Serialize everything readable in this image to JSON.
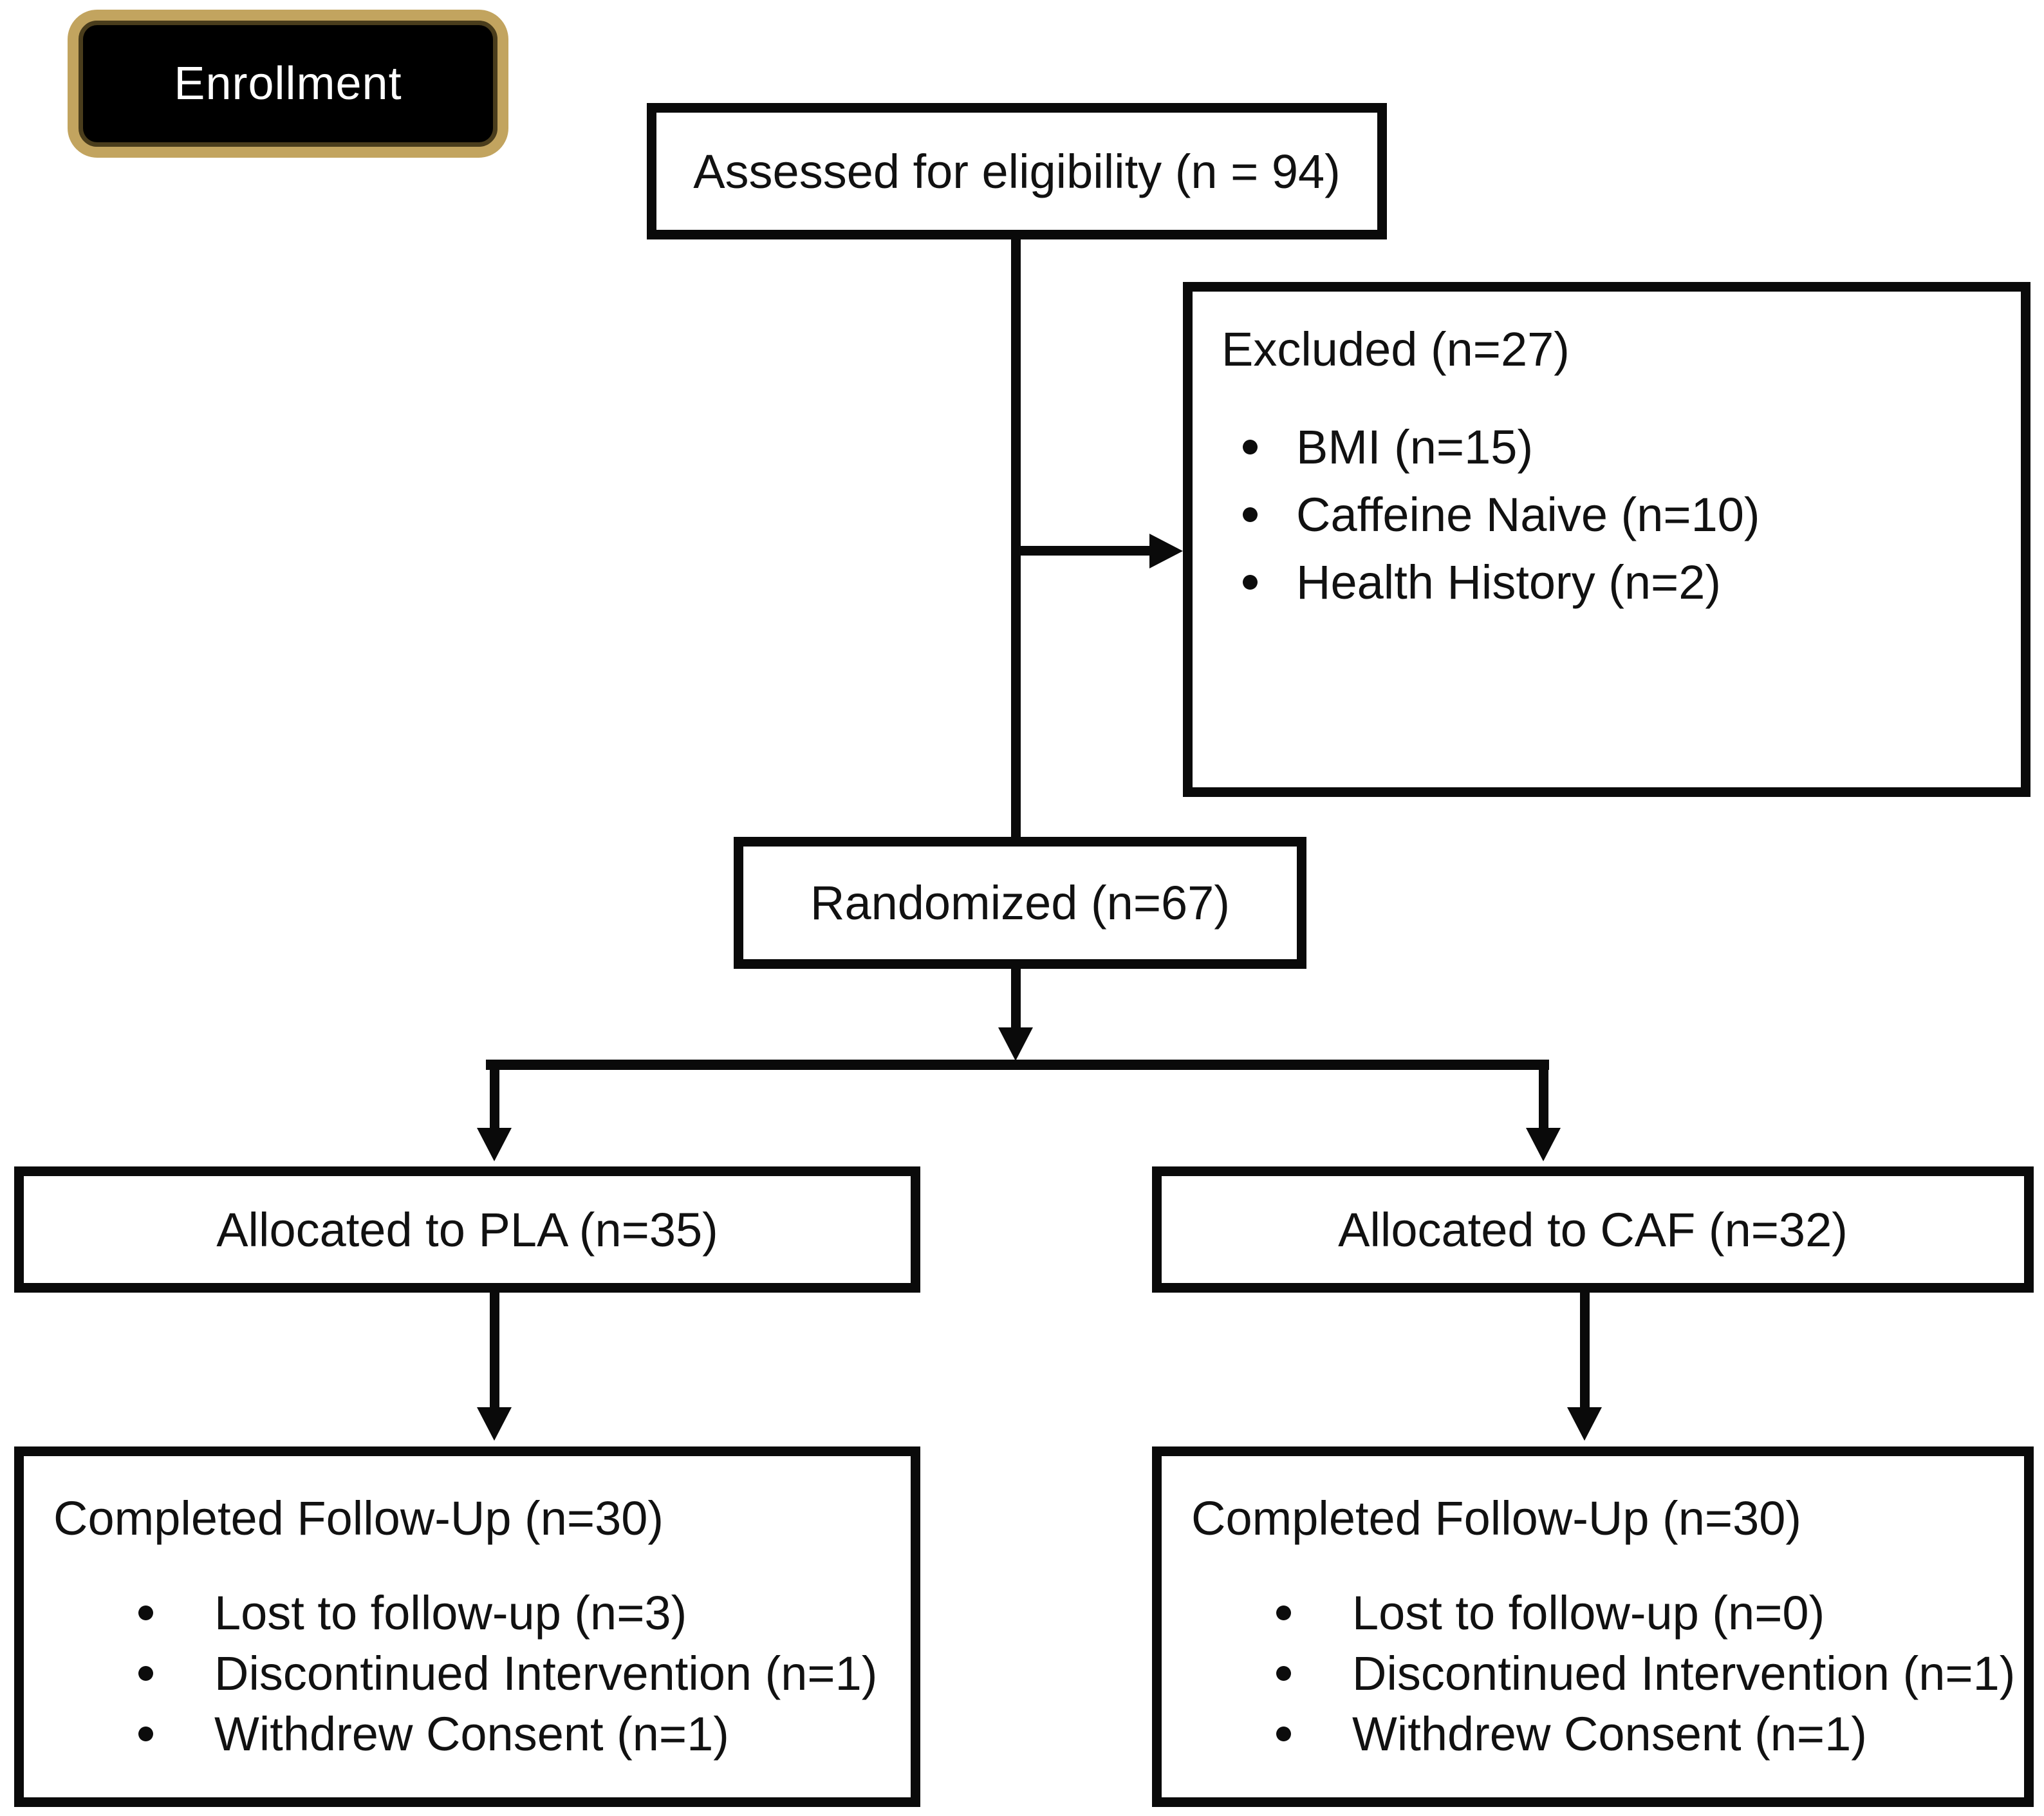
{
  "diagram": {
    "type": "CONSORT participant flow diagram",
    "stage_badge": {
      "label": "Enrollment"
    },
    "boxes": {
      "assessed": {
        "text": "Assessed for eligibility (n = 94)"
      },
      "excluded": {
        "title": "Excluded (n=27)",
        "items": [
          "BMI (n=15)",
          "Caffeine Naive (n=10)",
          "Health History (n=2)"
        ]
      },
      "randomized": {
        "text": "Randomized (n=67)"
      },
      "allocated_pla": {
        "text": "Allocated to PLA (n=35)"
      },
      "allocated_caf": {
        "text": "Allocated to CAF (n=32)"
      },
      "followup_pla": {
        "title": "Completed Follow-Up (n=30)",
        "items": [
          "Lost to follow-up (n=3)",
          "Discontinued Intervention (n=1)",
          "Withdrew Consent (n=1)"
        ]
      },
      "followup_caf": {
        "title": "Completed Follow-Up (n=30)",
        "items": [
          "Lost to follow-up (n=0)",
          "Discontinued Intervention (n=1)",
          "Withdrew Consent (n=1)"
        ]
      }
    },
    "colors": {
      "background": "#ffffff",
      "box_fill": "#ffffff",
      "box_border": "#000000",
      "text": "#111111",
      "badge_fill": "#000000",
      "badge_border": "#c2a45f",
      "badge_text": "#ffffff"
    }
  }
}
